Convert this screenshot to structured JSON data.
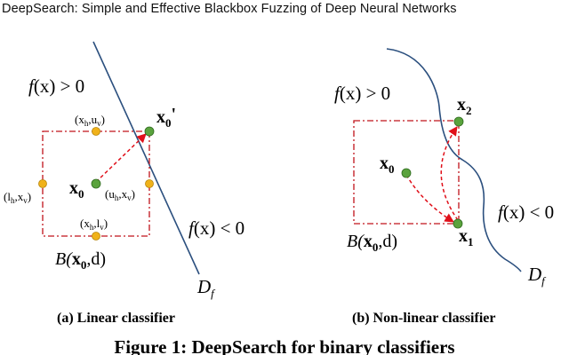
{
  "header": {
    "title": "DeepSearch: Simple and Effective Blackbox Fuzzing of Deep Neural Networks"
  },
  "panel_a": {
    "region_pos_f": "f",
    "region_pos_rest": "(x) > 0",
    "region_neg_f": "f",
    "region_neg_rest": "(x) < 0",
    "boundary_main": "D",
    "boundary_sub": "f",
    "point_top": "(x",
    "point_top_h": "h",
    "point_top_mid": ",u",
    "point_top_v": "v",
    "point_top_end": ")",
    "point_left": "(l",
    "point_left_h": "h",
    "point_left_mid": ",x",
    "point_left_v": "v",
    "point_left_end": ")",
    "point_right": "(u",
    "point_right_h": "h",
    "point_right_mid": ",x",
    "point_right_v": "v",
    "point_right_end": ")",
    "point_bottom": "(x",
    "point_bottom_h": "h",
    "point_bottom_mid": ",l",
    "point_bottom_v": "v",
    "point_bottom_end": ")",
    "x0": "x",
    "x0_sub": "0",
    "x0p": "x",
    "x0p_sub": "0",
    "x0p_prime": "'",
    "ball_b": "B(",
    "ball_x": "x",
    "ball_sub": "0",
    "ball_end": ",d)",
    "caption": "(a) Linear classifier"
  },
  "panel_b": {
    "region_pos_f": "f",
    "region_pos_rest": "(x) > 0",
    "region_neg_f": "f",
    "region_neg_rest": "(x) < 0",
    "boundary_main": "D",
    "boundary_sub": "f",
    "x0": "x",
    "x0_sub": "0",
    "x1": "x",
    "x1_sub": "1",
    "x2": "x",
    "x2_sub": "2",
    "ball_b": "B(",
    "ball_x": "x",
    "ball_sub": "0",
    "ball_end": ",d)",
    "caption": "(b) Non-linear classifier"
  },
  "figure_caption": "Figure 1: DeepSearch for binary classifiers",
  "colors": {
    "boundary": "#2b4f7e",
    "box": "#c0131b",
    "arrow": "#e0101a",
    "green_dot": "#5aa33d",
    "green_edge": "#2f6b1f",
    "orange_dot": "#f0b21a",
    "orange_edge": "#b8860b"
  }
}
